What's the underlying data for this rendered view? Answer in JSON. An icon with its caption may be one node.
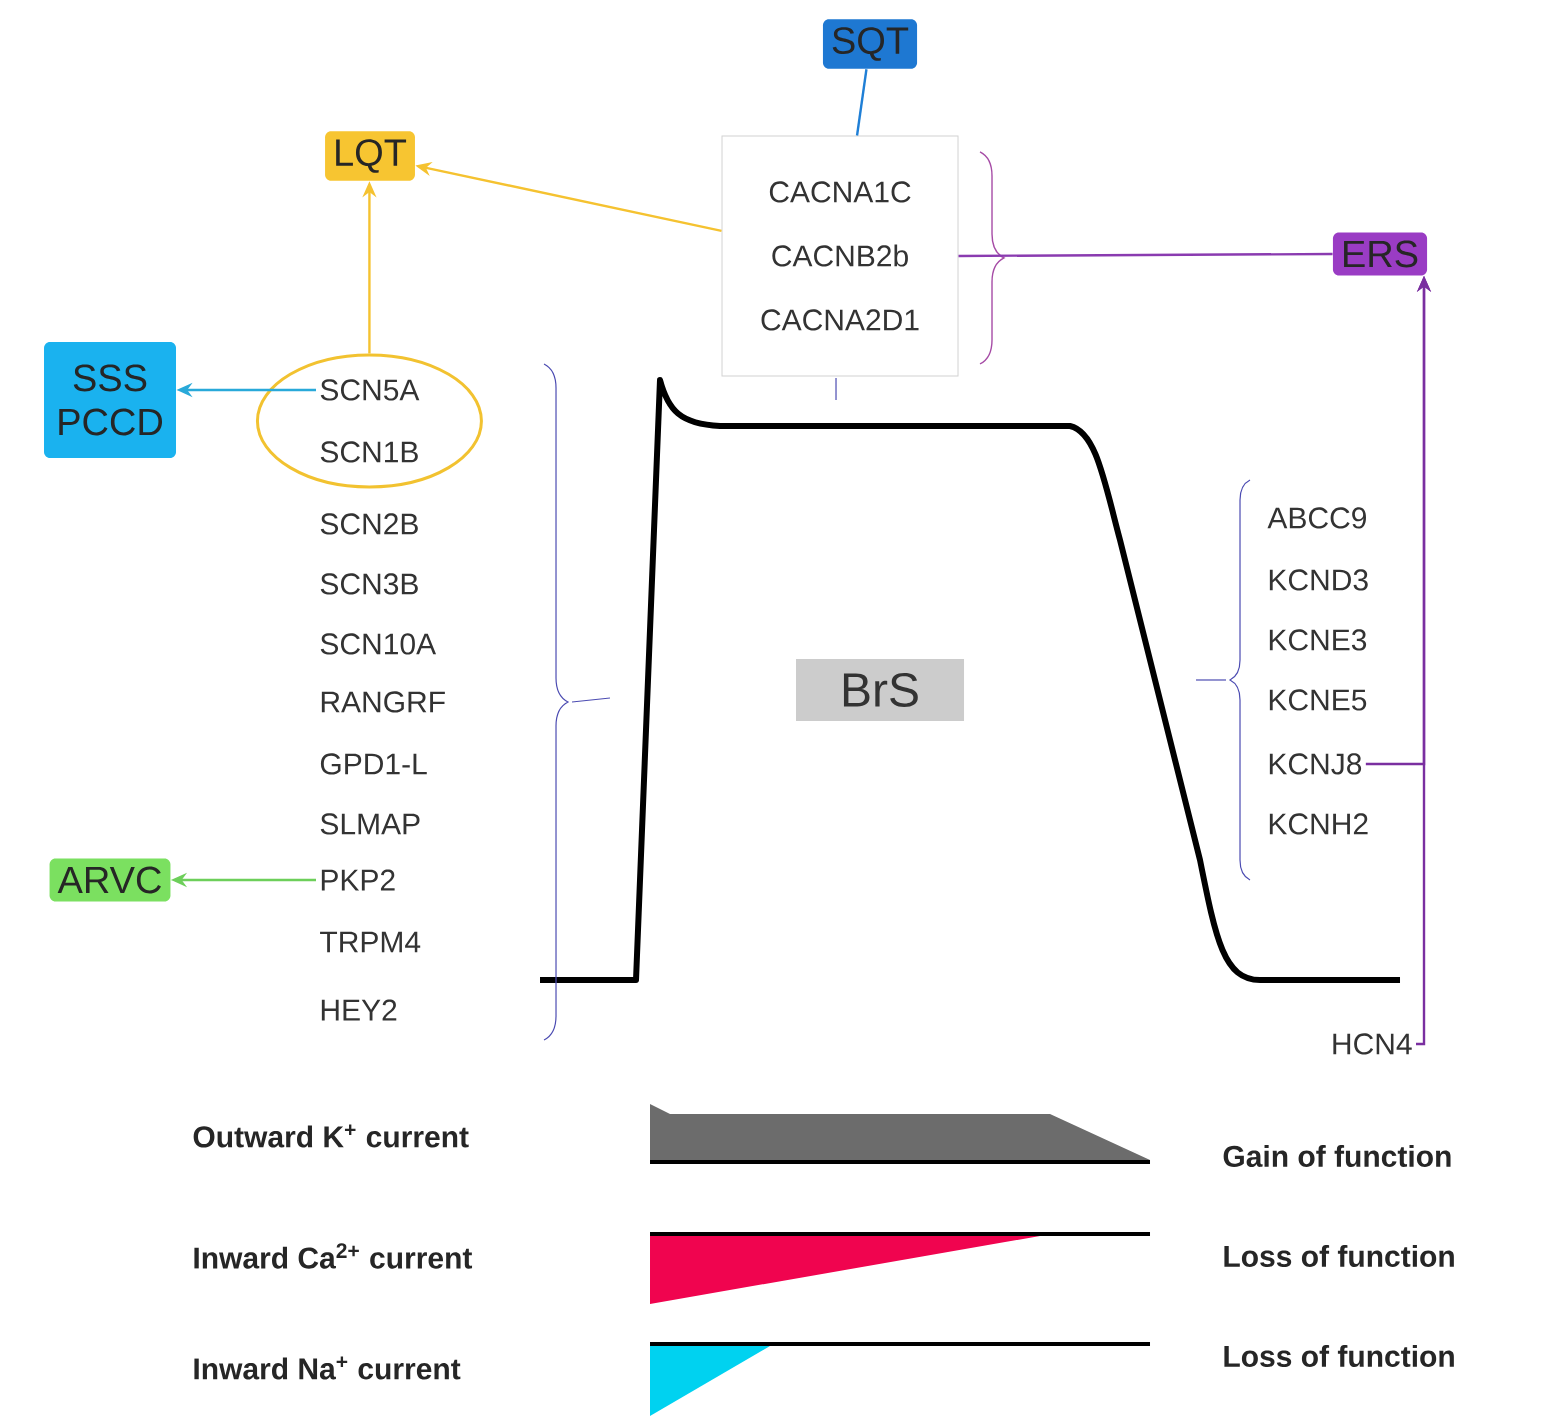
{
  "diagram": {
    "nodes": [
      {
        "text": [
          "SQT"
        ]
      },
      {
        "text": [
          "LQT"
        ]
      },
      {
        "text": [
          "CACNA1C",
          "CACNB2b",
          "CACNA2D1"
        ]
      },
      {
        "text": [
          "ERS"
        ]
      },
      {
        "text": [
          "SSS PCCD"
        ]
      },
      {
        "text": [],
        "shape": "ellipse"
      },
      {
        "text": [
          "SCN5A"
        ],
        "in": 5
      },
      {
        "text": [
          "SCN1B"
        ],
        "in": 5
      },
      {
        "text": [
          "SCN2B"
        ]
      },
      {
        "text": [
          "SCN3B"
        ]
      },
      {
        "text": [
          "SCN10A"
        ]
      },
      {
        "text": [
          "RANGRF"
        ]
      },
      {
        "text": [
          "GPD1-L"
        ]
      },
      {
        "text": [
          "SLMAP"
        ]
      },
      {
        "text": [
          "ARVC"
        ]
      },
      {
        "text": [
          "PKP2"
        ]
      },
      {
        "text": [
          "TRPM4"
        ]
      },
      {
        "text": [
          "HEY2"
        ]
      },
      {
        "text": [
          "BrS"
        ]
      },
      {
        "text": [
          "ABCC9"
        ]
      },
      {
        "text": [
          "KCND3"
        ]
      },
      {
        "text": [
          "KCNE3"
        ]
      },
      {
        "text": [
          "KCNE5"
        ]
      },
      {
        "text": [
          "KCNJ8"
        ]
      },
      {
        "text": [
          "KCNH2"
        ]
      },
      {
        "text": [
          "HCN4"
        ]
      }
    ],
    "edges": [
      {
        "from": 0,
        "to": 2,
        "arrow": "none",
        "color": "#1f7fd6"
      },
      {
        "from": 2,
        "to": 1,
        "arrow": "to",
        "color": "#f5c230"
      },
      {
        "from": 2,
        "to": 3,
        "arrow": "none",
        "color": "#8a3bb0"
      },
      {
        "from": 5,
        "to": 1,
        "arrow": "to",
        "color": "#f5c230"
      },
      {
        "from": 6,
        "to": 4,
        "arrow": "to",
        "color": "#29a9d9"
      },
      {
        "from": 15,
        "to": 14,
        "arrow": "to",
        "color": "#6dcf5a"
      },
      {
        "from": 23,
        "to": 3,
        "arrow": "to",
        "color": "#7a2fa0"
      },
      {
        "from": 25,
        "to": 3,
        "arrow": "to",
        "color": "#7a2fa0"
      }
    ],
    "labels": [
      "Outward K$^{+}$ current",
      "Gain of function",
      "Inward Ca$^{2+}$ current",
      "Loss of function",
      "Inward Na$^{+}$ current",
      "Loss of function"
    ]
  }
}
